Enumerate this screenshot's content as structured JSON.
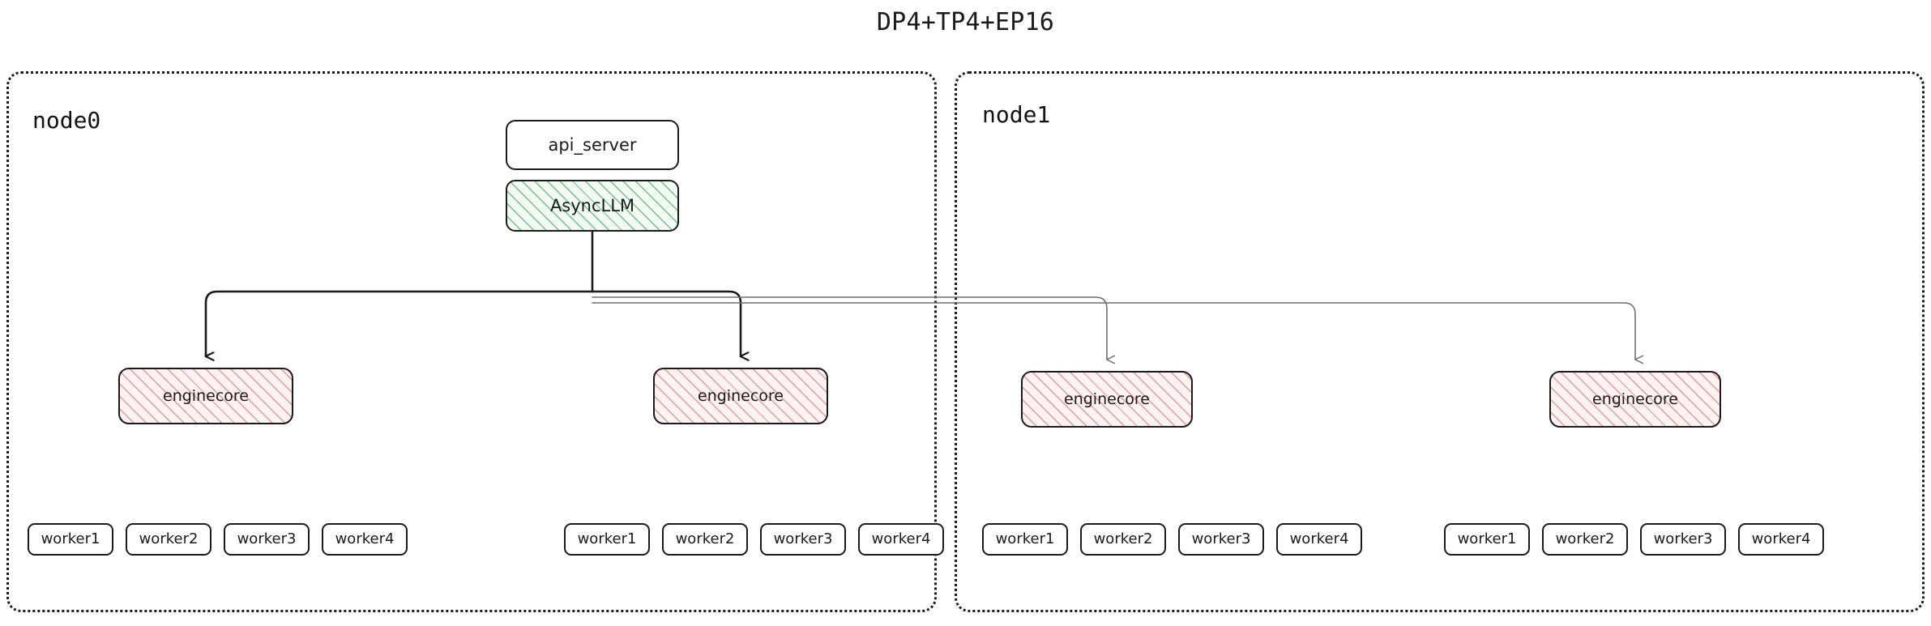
{
  "title": "DP4+TP4+EP16",
  "colors": {
    "stroke_dark": "#1b1b1b",
    "stroke_light": "#6f6f6f",
    "async_hatch": "#52be6e",
    "async_fill": "#f4fbf5",
    "enginecore_hatch": "#e97878",
    "enginecore_fill": "#fdf3f3",
    "box_fill": "#ffffff",
    "background": "#ffffff"
  },
  "nodes": [
    {
      "id": "node0",
      "label": "node0",
      "api_server": {
        "label": "api_server"
      },
      "async_llm": {
        "label": "AsyncLLM"
      },
      "enginecores": [
        {
          "label": "enginecore",
          "workers": [
            "worker1",
            "worker2",
            "worker3",
            "worker4"
          ]
        },
        {
          "label": "enginecore",
          "workers": [
            "worker1",
            "worker2",
            "worker3",
            "worker4"
          ]
        }
      ]
    },
    {
      "id": "node1",
      "label": "node1",
      "enginecores": [
        {
          "label": "enginecore",
          "workers": [
            "worker1",
            "worker2",
            "worker3",
            "worker4"
          ]
        },
        {
          "label": "enginecore",
          "workers": [
            "worker1",
            "worker2",
            "worker3",
            "worker4"
          ]
        }
      ]
    }
  ],
  "edges": [
    {
      "from": "async_llm",
      "to": "node0-enginecore-0",
      "style": "dark"
    },
    {
      "from": "async_llm",
      "to": "node0-enginecore-1",
      "style": "dark"
    },
    {
      "from": "async_llm",
      "to": "node1-enginecore-0",
      "style": "light"
    },
    {
      "from": "async_llm",
      "to": "node1-enginecore-1",
      "style": "light"
    }
  ]
}
